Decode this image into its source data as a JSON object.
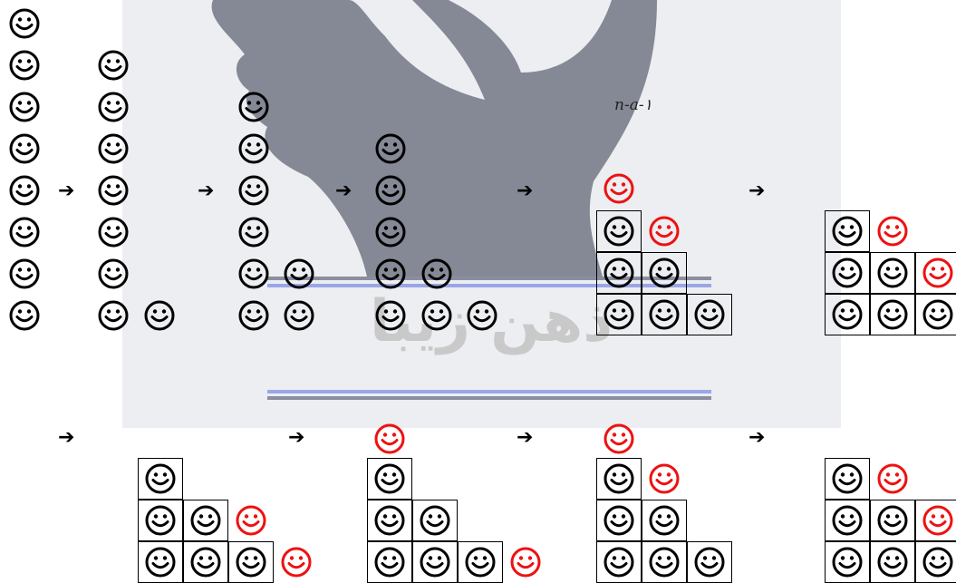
{
  "formula_label": "n-a-۱",
  "watermark": {
    "text": "ذهن زیبا",
    "bg_color": "#eceef1",
    "silhouette_color": "#858995",
    "stripe_color": "#9aa6e6",
    "text_color": "#c9c9c9"
  },
  "colors": {
    "black": "#000000",
    "red": "#ee1111"
  },
  "arrow_glyph": "➔",
  "icons": [
    "smiley-face-icon",
    "right-arrow-icon"
  ],
  "sequence_row_1": {
    "columns": [
      {
        "name": "col-0",
        "heights": [
          8
        ]
      },
      {
        "name": "col-1",
        "heights": [
          7,
          1
        ]
      },
      {
        "name": "col-2",
        "heights": [
          6,
          2
        ]
      },
      {
        "name": "col-3",
        "heights": [
          5,
          2,
          1
        ]
      },
      {
        "name": "staircase-a",
        "rows": 3
      },
      {
        "name": "staircase-b",
        "rows": 3
      }
    ]
  },
  "sequence_row_2": {
    "steps": [
      "staircase-c",
      "staircase-d",
      "staircase-e",
      "staircase-f"
    ]
  }
}
